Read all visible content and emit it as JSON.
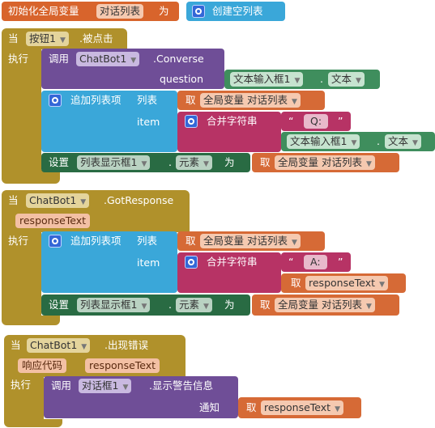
{
  "colors": {
    "variable": "#d8642c",
    "list": "#3aa7d9",
    "text": "#b73365",
    "event": "#b0912b",
    "component": "#6f4e97",
    "setter": "#296b43",
    "textbox": "#3f8e5d"
  },
  "global": {
    "init_label": "初始化全局变量",
    "var_name": "对话列表",
    "to_label": "为",
    "create_list_label": "创建空列表"
  },
  "event1": {
    "when": "当",
    "component": "按钮1",
    "event": ".被点击",
    "do": "执行",
    "call": {
      "call_label": "调用",
      "component": "ChatBot1",
      "method": ".Converse",
      "param_label": "question",
      "textbox": "文本输入框1",
      "prop": "文本"
    },
    "add_items": {
      "label": "追加列表项",
      "list_label": "列表",
      "get_label": "取",
      "get_var": "全局变量 对话列表",
      "item_label": "item",
      "join_label": "合并字符串",
      "open_quote": "“",
      "text": "Q:",
      "close_quote": "”",
      "textbox": "文本输入框1",
      "prop": "文本"
    },
    "set": {
      "set_label": "设置",
      "component": "列表显示框1",
      "prop": "元素",
      "to_label": "为",
      "get_label": "取",
      "get_var": "全局变量 对话列表"
    }
  },
  "event2": {
    "when": "当",
    "component": "ChatBot1",
    "event": ".GotResponse",
    "param": "responseText",
    "do": "执行",
    "add_items": {
      "label": "追加列表项",
      "list_label": "列表",
      "get_label": "取",
      "get_var": "全局变量 对话列表",
      "item_label": "item",
      "join_label": "合并字符串",
      "open_quote": "“",
      "text": "A:",
      "close_quote": "”",
      "get_label2": "取",
      "get_param": "responseText"
    },
    "set": {
      "set_label": "设置",
      "component": "列表显示框1",
      "prop": "元素",
      "to_label": "为",
      "get_label": "取",
      "get_var": "全局变量 对话列表"
    }
  },
  "event3": {
    "when": "当",
    "component": "ChatBot1",
    "event": ".出现错误",
    "param1": "响应代码",
    "param2": "responseText",
    "do": "执行",
    "call": {
      "call_label": "调用",
      "component": "对话框1",
      "method": ".显示警告信息",
      "param_label": "通知",
      "get_label": "取",
      "get_param": "responseText"
    }
  }
}
